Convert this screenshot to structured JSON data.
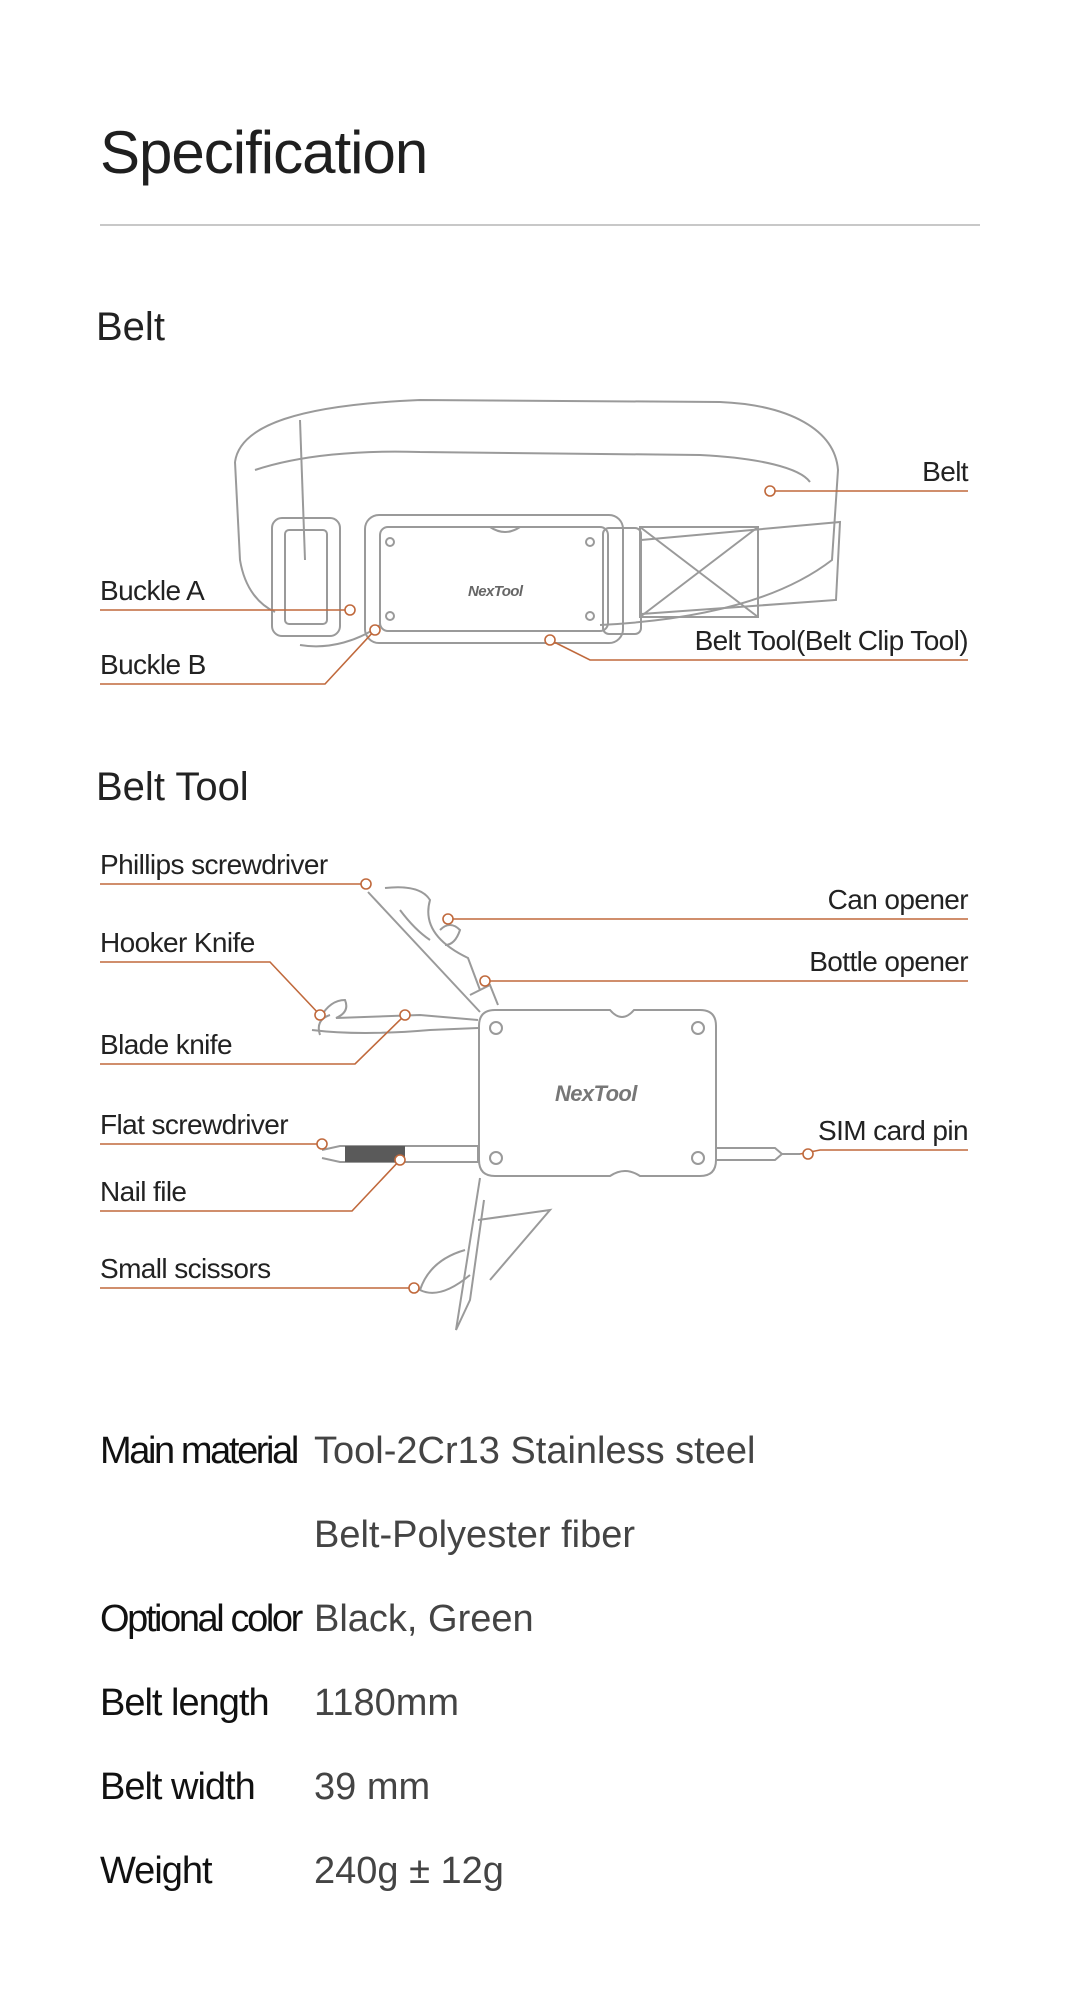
{
  "page": {
    "title": "Specification"
  },
  "belt_section": {
    "title": "Belt",
    "labels": {
      "belt": "Belt",
      "buckle_a": "Buckle A",
      "buckle_b": "Buckle B",
      "belt_tool": "Belt Tool(Belt Clip Tool)"
    },
    "logo": "NexTool"
  },
  "tool_section": {
    "title": "Belt Tool",
    "labels": {
      "phillips": "Phillips screwdriver",
      "hooker": "Hooker Knife",
      "blade": "Blade knife",
      "flat": "Flat screwdriver",
      "nail": "Nail file",
      "scissors": "Small scissors",
      "can": "Can opener",
      "bottle": "Bottle opener",
      "sim": "SIM card pin"
    },
    "logo": "NexTool"
  },
  "specs": [
    {
      "label": "Main material",
      "value": "Tool-2Cr13 Stainless steel"
    },
    {
      "label": "",
      "value": "Belt-Polyester fiber"
    },
    {
      "label": "Optional color",
      "value": "Black, Green"
    },
    {
      "label": "Belt length",
      "value": "1180mm"
    },
    {
      "label": "Belt width",
      "value": "39 mm"
    },
    {
      "label": "Weight",
      "value": "240g ± 12g"
    }
  ],
  "colors": {
    "leader": "#c0693c",
    "outline": "#9a9a9a",
    "text": "#222222"
  }
}
